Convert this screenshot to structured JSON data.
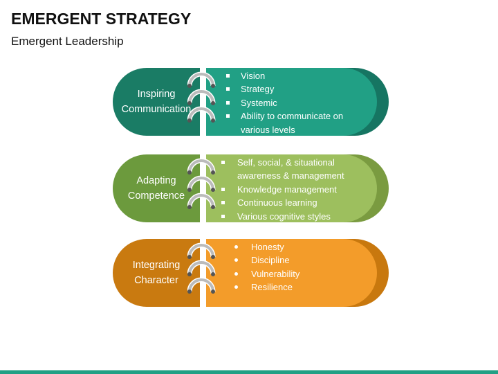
{
  "title": "EMERGENT STRATEGY",
  "subtitle": "Emergent Leadership",
  "rows": [
    {
      "label": [
        "Inspiring",
        "Communication"
      ],
      "bullet": "square",
      "items": [
        "Vision",
        "Strategy",
        "Systemic",
        "Ability to communicate on various levels"
      ],
      "colors": {
        "dark": "#1a7c65",
        "light": "#21a085",
        "back": "#167562"
      }
    },
    {
      "label": [
        "Adapting",
        "Competence"
      ],
      "bullet": "square",
      "items": [
        "Self, social, & situational awareness & management",
        "Knowledge management",
        "Continuous learning",
        "Various cognitive styles"
      ],
      "colors": {
        "dark": "#6c9a3d",
        "light": "#9dbf5e",
        "back": "#7a9b40"
      }
    },
    {
      "label": [
        "Integrating",
        "Character"
      ],
      "bullet": "round",
      "items": [
        "Honesty",
        "Discipline",
        "Vulnerability",
        "Resilience"
      ],
      "colors": {
        "dark": "#c97a10",
        "light": "#f39c2a",
        "back": "#c8780e"
      }
    }
  ],
  "accent": "#21a085"
}
